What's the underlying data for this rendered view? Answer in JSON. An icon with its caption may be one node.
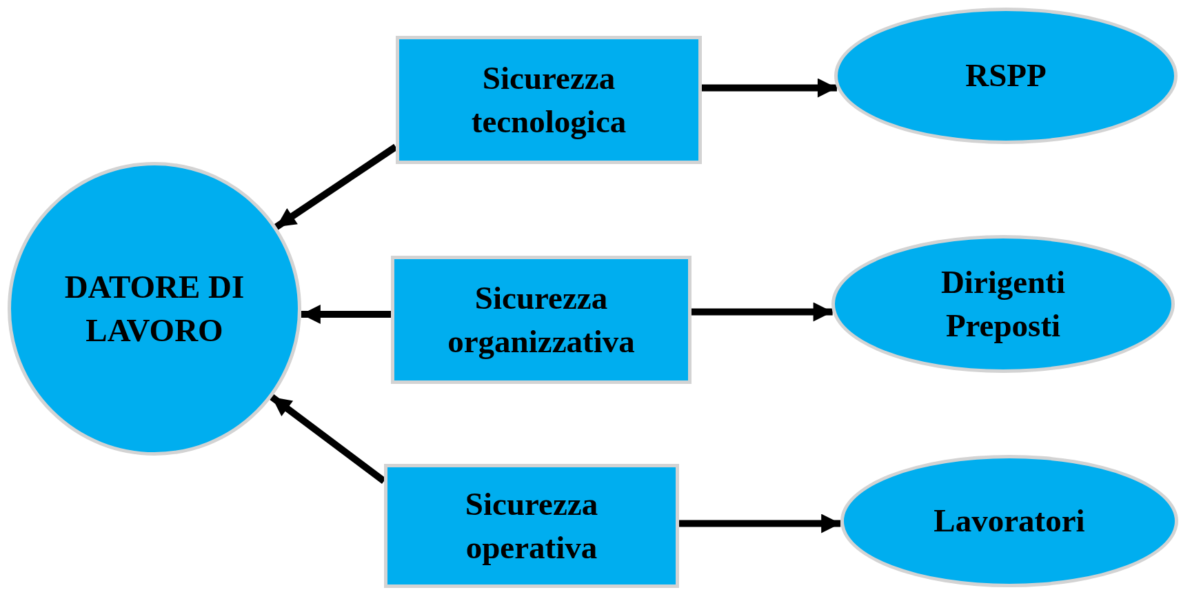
{
  "diagram": {
    "nodes": [
      {
        "text": [
          "Sicurezza tecnologica"
        ]
      },
      {
        "text": [
          "RSPP"
        ]
      },
      {
        "text": [
          "DATORE DI LAVORO"
        ]
      },
      {
        "text": [
          "Sicurezza organizzativa"
        ]
      },
      {
        "text": [
          "Dirigenti Preposti"
        ]
      },
      {
        "text": [
          "Sicurezza operativa"
        ]
      },
      {
        "text": [
          "Lavoratori"
        ]
      }
    ],
    "edges": [
      {
        "from": 0,
        "to": 2,
        "arrow": "to"
      },
      {
        "from": 0,
        "to": 1,
        "arrow": "to"
      },
      {
        "from": 3,
        "to": 2,
        "arrow": "to"
      },
      {
        "from": 3,
        "to": 4,
        "arrow": "to"
      },
      {
        "from": 5,
        "to": 2,
        "arrow": "to"
      },
      {
        "from": 5,
        "to": 6,
        "arrow": "to"
      }
    ]
  }
}
